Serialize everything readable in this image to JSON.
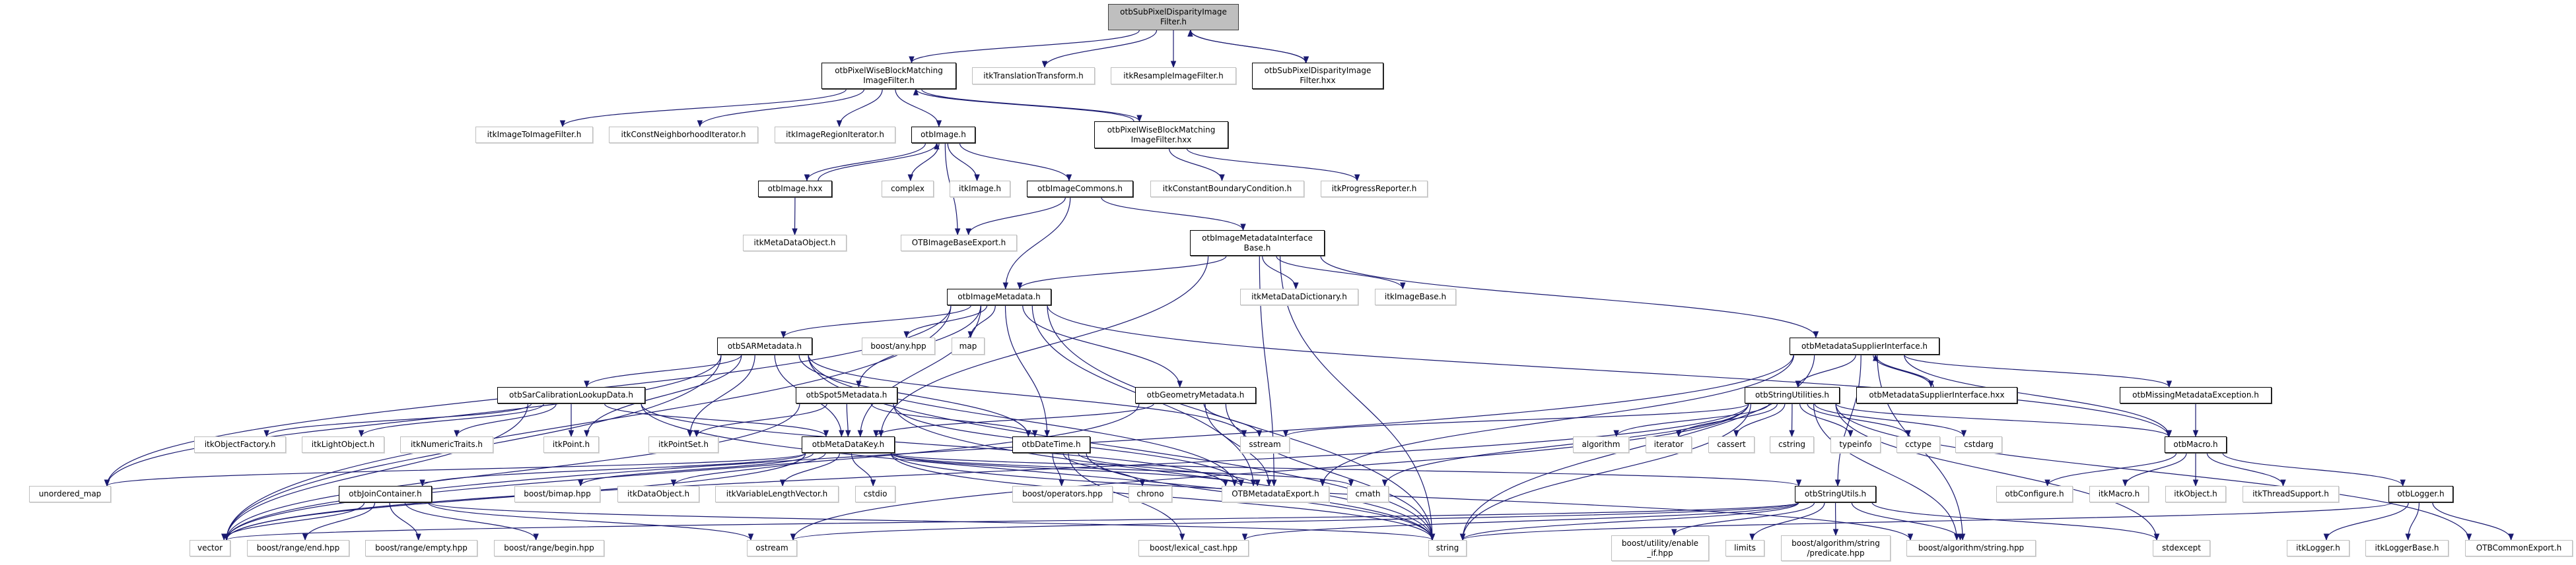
{
  "graph": {
    "edge_color": "#191970",
    "root_fill": "#bfbfbf",
    "nodes": [
      {
        "label": "otbSubPixelDisparityImage\nFilter.h",
        "kind": "root"
      },
      {
        "label": "otbPixelWiseBlockMatching\nImageFilter.h",
        "kind": "documented"
      },
      {
        "label": "itkTranslationTransform.h",
        "kind": "external"
      },
      {
        "label": "itkResampleImageFilter.h",
        "kind": "external"
      },
      {
        "label": "otbSubPixelDisparityImage\nFilter.hxx",
        "kind": "documented"
      },
      {
        "label": "itkImageToImageFilter.h",
        "kind": "external"
      },
      {
        "label": "itkConstNeighborhoodIterator.h",
        "kind": "external"
      },
      {
        "label": "itkImageRegionIterator.h",
        "kind": "external"
      },
      {
        "label": "otbImage.h",
        "kind": "documented"
      },
      {
        "label": "otbPixelWiseBlockMatching\nImageFilter.hxx",
        "kind": "documented"
      },
      {
        "label": "otbImage.hxx",
        "kind": "documented"
      },
      {
        "label": "complex",
        "kind": "external"
      },
      {
        "label": "itkImage.h",
        "kind": "external"
      },
      {
        "label": "otbImageCommons.h",
        "kind": "documented"
      },
      {
        "label": "itkConstantBoundaryCondition.h",
        "kind": "external"
      },
      {
        "label": "itkProgressReporter.h",
        "kind": "external"
      },
      {
        "label": "itkMetaDataObject.h",
        "kind": "external"
      },
      {
        "label": "OTBImageBaseExport.h",
        "kind": "external"
      },
      {
        "label": "otbImageMetadataInterface\nBase.h",
        "kind": "documented"
      },
      {
        "label": "otbImageMetadata.h",
        "kind": "documented"
      },
      {
        "label": "itkMetaDataDictionary.h",
        "kind": "external"
      },
      {
        "label": "itkImageBase.h",
        "kind": "external"
      },
      {
        "label": "otbSARMetadata.h",
        "kind": "documented"
      },
      {
        "label": "boost/any.hpp",
        "kind": "external"
      },
      {
        "label": "map",
        "kind": "external"
      },
      {
        "label": "otbMetadataSupplierInterface.h",
        "kind": "documented"
      },
      {
        "label": "otbSarCalibrationLookupData.h",
        "kind": "documented"
      },
      {
        "label": "otbSpot5Metadata.h",
        "kind": "documented"
      },
      {
        "label": "otbGeometryMetadata.h",
        "kind": "documented"
      },
      {
        "label": "otbStringUtilities.h",
        "kind": "documented"
      },
      {
        "label": "otbMetadataSupplierInterface.hxx",
        "kind": "documented"
      },
      {
        "label": "otbMissingMetadataException.h",
        "kind": "documented"
      },
      {
        "label": "itkObjectFactory.h",
        "kind": "external"
      },
      {
        "label": "itkLightObject.h",
        "kind": "external"
      },
      {
        "label": "itkNumericTraits.h",
        "kind": "external"
      },
      {
        "label": "itkPoint.h",
        "kind": "external"
      },
      {
        "label": "itkPointSet.h",
        "kind": "external"
      },
      {
        "label": "otbMetaDataKey.h",
        "kind": "documented"
      },
      {
        "label": "otbDateTime.h",
        "kind": "documented"
      },
      {
        "label": "sstream",
        "kind": "external"
      },
      {
        "label": "algorithm",
        "kind": "external"
      },
      {
        "label": "iterator",
        "kind": "external"
      },
      {
        "label": "cassert",
        "kind": "external"
      },
      {
        "label": "cstring",
        "kind": "external"
      },
      {
        "label": "typeinfo",
        "kind": "external"
      },
      {
        "label": "cctype",
        "kind": "external"
      },
      {
        "label": "cstdarg",
        "kind": "external"
      },
      {
        "label": "otbMacro.h",
        "kind": "documented"
      },
      {
        "label": "unordered_map",
        "kind": "external"
      },
      {
        "label": "otbJoinContainer.h",
        "kind": "documented"
      },
      {
        "label": "boost/bimap.hpp",
        "kind": "external"
      },
      {
        "label": "itkDataObject.h",
        "kind": "external"
      },
      {
        "label": "itkVariableLengthVector.h",
        "kind": "external"
      },
      {
        "label": "cstdio",
        "kind": "external"
      },
      {
        "label": "boost/operators.hpp",
        "kind": "external"
      },
      {
        "label": "chrono",
        "kind": "external"
      },
      {
        "label": "OTBMetadataExport.h",
        "kind": "external"
      },
      {
        "label": "cmath",
        "kind": "external"
      },
      {
        "label": "otbStringUtils.h",
        "kind": "documented"
      },
      {
        "label": "otbConfigure.h",
        "kind": "external"
      },
      {
        "label": "itkMacro.h",
        "kind": "external"
      },
      {
        "label": "itkObject.h",
        "kind": "external"
      },
      {
        "label": "itkThreadSupport.h",
        "kind": "external"
      },
      {
        "label": "otbLogger.h",
        "kind": "documented"
      },
      {
        "label": "vector",
        "kind": "external"
      },
      {
        "label": "boost/range/end.hpp",
        "kind": "external"
      },
      {
        "label": "boost/range/empty.hpp",
        "kind": "external"
      },
      {
        "label": "boost/range/begin.hpp",
        "kind": "external"
      },
      {
        "label": "ostream",
        "kind": "external"
      },
      {
        "label": "boost/lexical_cast.hpp",
        "kind": "external"
      },
      {
        "label": "string",
        "kind": "external"
      },
      {
        "label": "boost/utility/enable\n_if.hpp",
        "kind": "external"
      },
      {
        "label": "limits",
        "kind": "external"
      },
      {
        "label": "boost/algorithm/string\n/predicate.hpp",
        "kind": "external"
      },
      {
        "label": "boost/algorithm/string.hpp",
        "kind": "external"
      },
      {
        "label": "stdexcept",
        "kind": "external"
      },
      {
        "label": "itkLogger.h",
        "kind": "external"
      },
      {
        "label": "itkLoggerBase.h",
        "kind": "external"
      },
      {
        "label": "OTBCommonExport.h",
        "kind": "external"
      }
    ],
    "edges": [
      [
        0,
        1
      ],
      [
        0,
        2
      ],
      [
        0,
        3
      ],
      [
        0,
        4
      ],
      [
        4,
        0
      ],
      [
        1,
        5
      ],
      [
        1,
        6
      ],
      [
        1,
        7
      ],
      [
        1,
        8
      ],
      [
        1,
        9
      ],
      [
        9,
        1
      ],
      [
        9,
        14
      ],
      [
        9,
        15
      ],
      [
        8,
        10
      ],
      [
        10,
        8
      ],
      [
        8,
        11
      ],
      [
        8,
        12
      ],
      [
        8,
        13
      ],
      [
        8,
        17
      ],
      [
        10,
        16
      ],
      [
        13,
        17
      ],
      [
        13,
        19
      ],
      [
        13,
        18
      ],
      [
        18,
        19
      ],
      [
        18,
        37
      ],
      [
        18,
        20
      ],
      [
        18,
        21
      ],
      [
        18,
        25
      ],
      [
        18,
        56
      ],
      [
        18,
        70
      ],
      [
        19,
        22
      ],
      [
        19,
        23
      ],
      [
        19,
        24
      ],
      [
        19,
        27
      ],
      [
        19,
        37
      ],
      [
        19,
        28
      ],
      [
        19,
        56
      ],
      [
        19,
        70
      ],
      [
        19,
        64
      ],
      [
        19,
        48
      ],
      [
        19,
        47
      ],
      [
        19,
        38
      ],
      [
        22,
        26
      ],
      [
        22,
        35
      ],
      [
        22,
        36
      ],
      [
        22,
        37
      ],
      [
        22,
        38
      ],
      [
        22,
        56
      ],
      [
        22,
        70
      ],
      [
        22,
        64
      ],
      [
        22,
        48
      ],
      [
        22,
        39
      ],
      [
        26,
        32
      ],
      [
        26,
        33
      ],
      [
        26,
        34
      ],
      [
        26,
        35
      ],
      [
        26,
        37
      ],
      [
        26,
        56
      ],
      [
        26,
        64
      ],
      [
        26,
        70
      ],
      [
        27,
        37
      ],
      [
        27,
        38
      ],
      [
        27,
        36
      ],
      [
        27,
        56
      ],
      [
        27,
        70
      ],
      [
        27,
        64
      ],
      [
        28,
        37
      ],
      [
        28,
        39
      ],
      [
        28,
        56
      ],
      [
        28,
        70
      ],
      [
        28,
        64
      ],
      [
        37,
        48
      ],
      [
        37,
        49
      ],
      [
        37,
        50
      ],
      [
        37,
        51
      ],
      [
        37,
        52
      ],
      [
        37,
        53
      ],
      [
        37,
        56
      ],
      [
        37,
        58
      ],
      [
        37,
        70
      ],
      [
        37,
        64
      ],
      [
        37,
        57
      ],
      [
        37,
        74
      ],
      [
        38,
        54
      ],
      [
        38,
        55
      ],
      [
        38,
        56
      ],
      [
        38,
        70
      ],
      [
        38,
        69
      ],
      [
        49,
        65
      ],
      [
        49,
        66
      ],
      [
        49,
        67
      ],
      [
        49,
        70
      ],
      [
        49,
        68
      ],
      [
        49,
        64
      ],
      [
        25,
        29
      ],
      [
        25,
        30
      ],
      [
        30,
        25
      ],
      [
        25,
        31
      ],
      [
        25,
        56
      ],
      [
        25,
        70
      ],
      [
        25,
        64
      ],
      [
        25,
        47
      ],
      [
        25,
        58
      ],
      [
        25,
        74
      ],
      [
        31,
        47
      ],
      [
        29,
        40
      ],
      [
        29,
        41
      ],
      [
        29,
        42
      ],
      [
        29,
        43
      ],
      [
        29,
        44
      ],
      [
        29,
        45
      ],
      [
        29,
        46
      ],
      [
        29,
        47
      ],
      [
        29,
        70
      ],
      [
        29,
        39
      ],
      [
        29,
        57
      ],
      [
        29,
        64
      ],
      [
        29,
        75
      ],
      [
        29,
        78
      ],
      [
        29,
        74
      ],
      [
        29,
        68
      ],
      [
        58,
        70
      ],
      [
        58,
        71
      ],
      [
        58,
        72
      ],
      [
        58,
        73
      ],
      [
        58,
        74
      ],
      [
        58,
        75
      ],
      [
        58,
        69
      ],
      [
        58,
        64
      ],
      [
        58,
        68
      ],
      [
        47,
        59
      ],
      [
        47,
        60
      ],
      [
        47,
        61
      ],
      [
        47,
        62
      ],
      [
        47,
        63
      ],
      [
        63,
        76
      ],
      [
        63,
        77
      ],
      [
        63,
        78
      ],
      [
        63,
        70
      ]
    ]
  }
}
